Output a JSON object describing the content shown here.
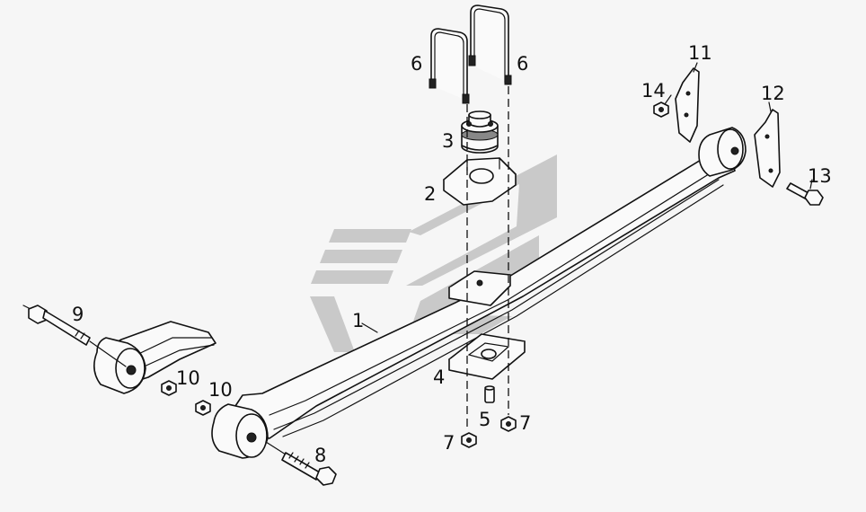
{
  "diagram": {
    "callouts": [
      {
        "id": "1",
        "text": "1"
      },
      {
        "id": "2",
        "text": "2"
      },
      {
        "id": "3",
        "text": "3"
      },
      {
        "id": "4",
        "text": "4"
      },
      {
        "id": "5",
        "text": "5"
      },
      {
        "id": "6a",
        "text": "6"
      },
      {
        "id": "6b",
        "text": "6"
      },
      {
        "id": "7a",
        "text": "7"
      },
      {
        "id": "7b",
        "text": "7"
      },
      {
        "id": "8",
        "text": "8"
      },
      {
        "id": "9",
        "text": "9"
      },
      {
        "id": "10a",
        "text": "10"
      },
      {
        "id": "10b",
        "text": "10"
      },
      {
        "id": "11",
        "text": "11"
      },
      {
        "id": "12",
        "text": "12"
      },
      {
        "id": "13",
        "text": "13"
      },
      {
        "id": "14",
        "text": "14"
      }
    ],
    "colors": {
      "background": "#f6f6f6",
      "line": "#111111",
      "watermark": "#c9c9c9"
    }
  }
}
